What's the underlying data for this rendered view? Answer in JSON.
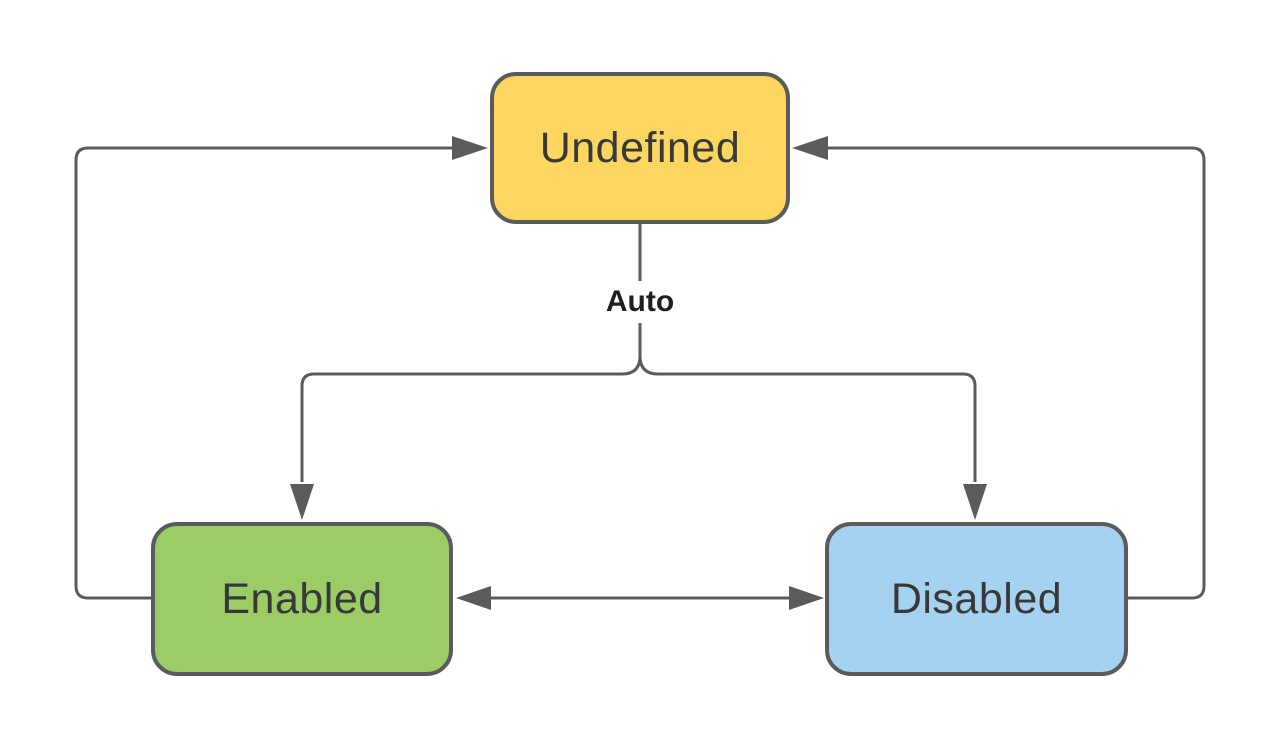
{
  "diagram": {
    "background_color": "#ffffff",
    "connector_color": "#5b5b5b",
    "node_text_color": "#383838",
    "edge_label_text_color": "#1f1f1f",
    "nodes": [
      {
        "id": "undefined",
        "label": "Undefined",
        "fill_color": "#fcd65f",
        "border_color": "#5b5b5b"
      },
      {
        "id": "enabled",
        "label": "Enabled",
        "fill_color": "#9bcc66",
        "border_color": "#5b5b5b"
      },
      {
        "id": "disabled",
        "label": "Disabled",
        "fill_color": "#a5d2f0",
        "border_color": "#5b5b5b"
      }
    ],
    "edges": [
      {
        "from": "enabled",
        "to": "undefined",
        "arrowhead": "into-undefined-left"
      },
      {
        "from": "disabled",
        "to": "undefined",
        "arrowhead": "into-undefined-right"
      },
      {
        "from": "enabled",
        "to": "disabled",
        "bidirectional": true
      },
      {
        "from": "undefined",
        "to": [
          "enabled",
          "disabled"
        ],
        "label": "Auto"
      }
    ]
  }
}
